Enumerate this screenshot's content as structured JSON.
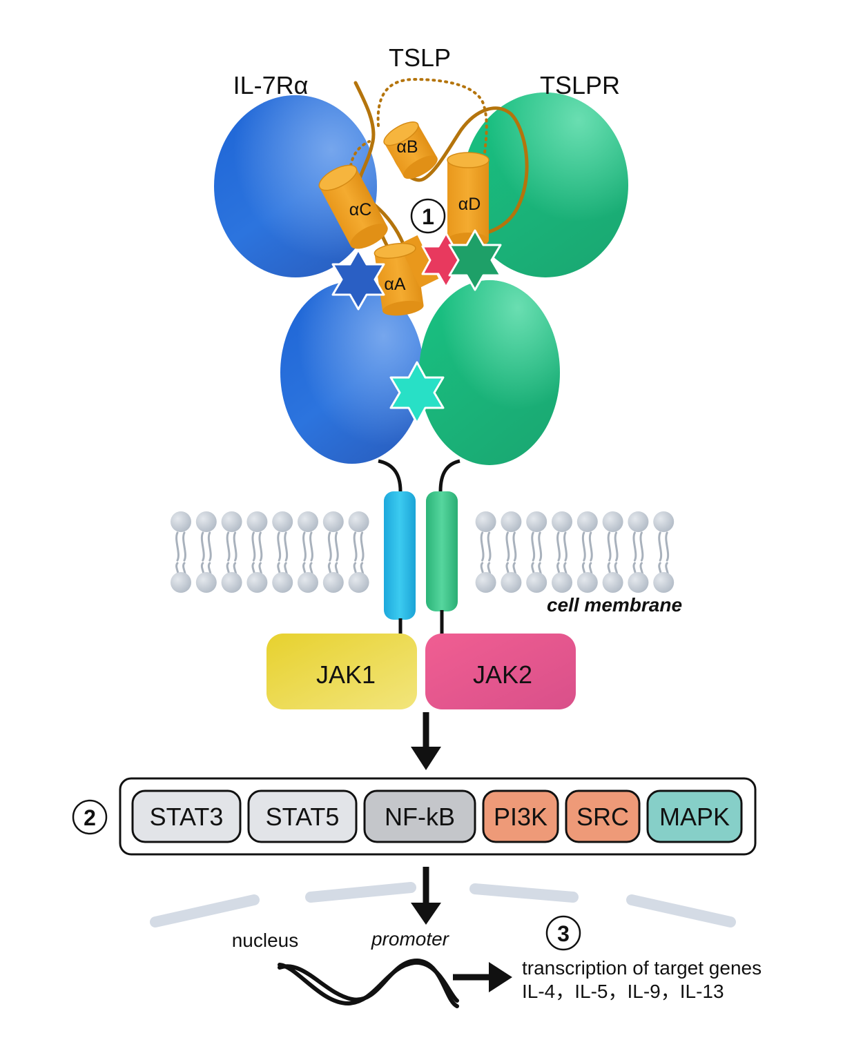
{
  "labels": {
    "tslp": "TSLP",
    "il7ra": "IL-7Rα",
    "tslpr": "TSLPR",
    "helix_a": "αA",
    "helix_b": "αB",
    "helix_c": "αC",
    "helix_d": "αD",
    "step_1": "1",
    "step_2": "2",
    "step_3": "3",
    "cell_membrane": "cell membrane",
    "jak1": "JAK1",
    "jak2": "JAK2",
    "nucleus": "nucleus",
    "promoter": "promoter",
    "transcription": "transcription of target genes",
    "target_genes": "IL-4，IL-5，IL-9，IL-13"
  },
  "pathways": [
    {
      "label": "STAT3",
      "color": "#e2e4e8"
    },
    {
      "label": "STAT5",
      "color": "#e2e4e8"
    },
    {
      "label": "NF-kB",
      "color": "#c4c6ca"
    },
    {
      "label": "PI3K",
      "color": "#ee9a78"
    },
    {
      "label": "SRC",
      "color": "#ee9a78"
    },
    {
      "label": "MAPK",
      "color": "#86cfc8"
    }
  ],
  "colors": {
    "il7ra_blue": "#2a6fd8",
    "tslpr_green": "#22b981",
    "tslp_orange": "#eea225",
    "tslp_chain": "#b4740c",
    "tm_left": "#2cbde8",
    "tm_right": "#3ec78c",
    "jak1_yellow": "#eedc4c",
    "jak2_pink": "#ea6a98",
    "star_blue": "#2a5fc4",
    "star_red": "#e8395e",
    "star_green": "#1ea068",
    "star_teal": "#28e0c6",
    "lipid": "#c9cfd6",
    "nuclear_envelope": "#d4dbe5"
  }
}
